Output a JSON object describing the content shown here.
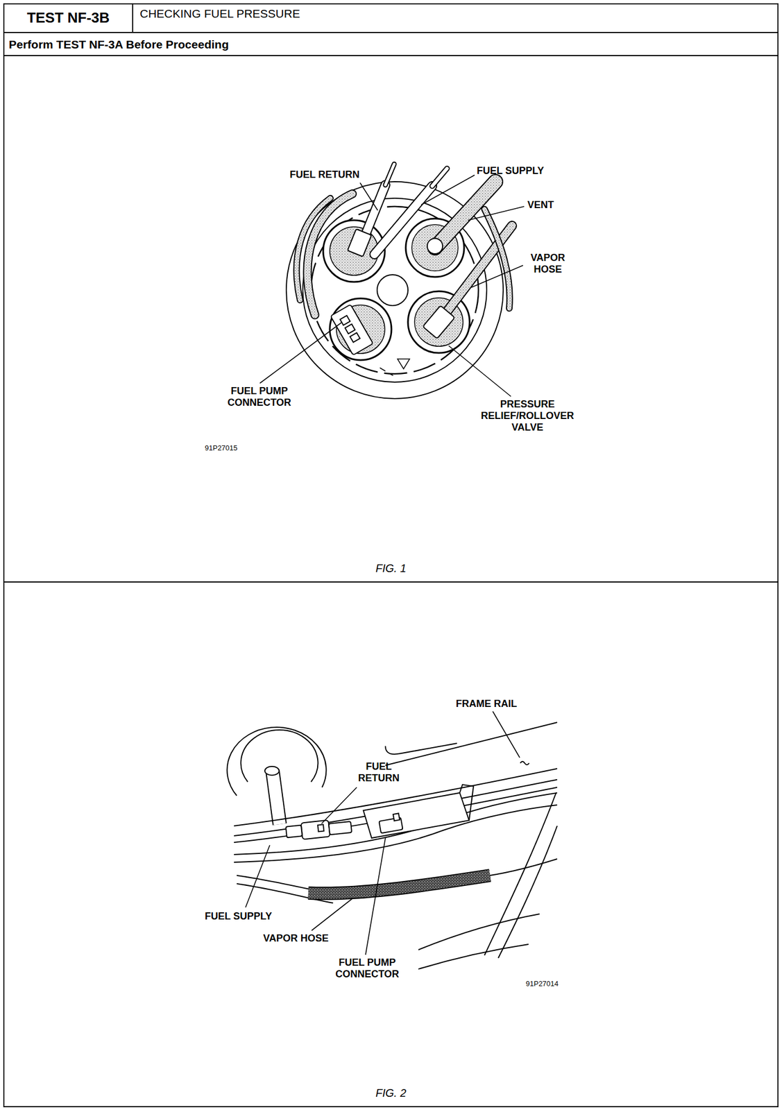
{
  "diagram": {
    "nodes": [
      {
        "text": [
          "TEST NF-3B"
        ]
      },
      {
        "text": [
          "CHECKING FUEL PRESSURE"
        ]
      },
      {
        "text": [
          "Perform TEST NF-3A Before Proceeding"
        ]
      },
      {
        "text": [
          "FIG. 1"
        ]
      },
      {
        "text": [
          "FIG. 2"
        ]
      }
    ],
    "labels": [
      "FUEL RETURN",
      "FUEL SUPPLY",
      "VENT",
      "VAPOR HOSE",
      "FUEL PUMP CONNECTOR",
      "PRESSURE RELIEF/ROLLOVER VALVE",
      "91P27015",
      "FRAME RAIL",
      "FUEL RETURN",
      "FUEL SUPPLY",
      "VAPOR HOSE",
      "FUEL PUMP CONNECTOR",
      "91P27014"
    ]
  }
}
